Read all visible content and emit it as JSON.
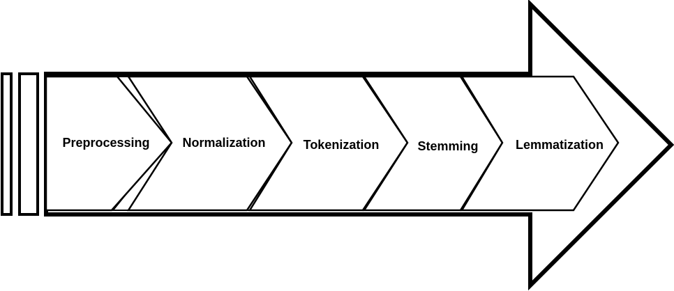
{
  "diagram": {
    "steps": [
      {
        "label": "Preprocessing"
      },
      {
        "label": "Normalization"
      },
      {
        "label": "Tokenization"
      },
      {
        "label": "Stemming"
      },
      {
        "label": "Lemmatization"
      }
    ],
    "colors": {
      "stroke": "#000000",
      "fill": "#ffffff",
      "text": "#000000"
    }
  }
}
